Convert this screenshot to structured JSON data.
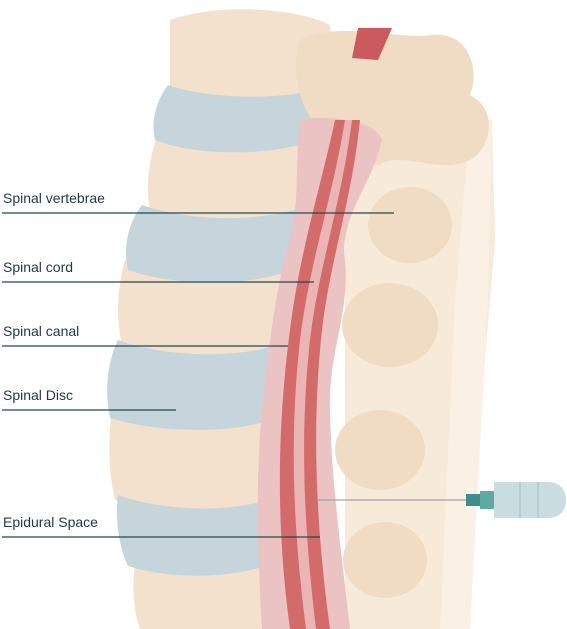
{
  "labels": {
    "vertebrae": "Spinal vertebrae",
    "cord": "Spinal cord",
    "canal": "Spinal canal",
    "disc": "Spinal Disc",
    "epidural": "Epidural Space"
  },
  "colors": {
    "bone": "#f3e1cd",
    "bone_shadow": "#e8cdb2",
    "disc": "#c5d5db",
    "dura": "#ecc3c3",
    "cord": "#d46b6b",
    "cord_dark": "#b94f52",
    "leader_line": "#1f4a4f",
    "text": "#1f3a3f",
    "syringe": "#c9dde1",
    "needle_hub": "#3f8d8a"
  },
  "icons": {
    "syringe": "syringe-icon"
  }
}
